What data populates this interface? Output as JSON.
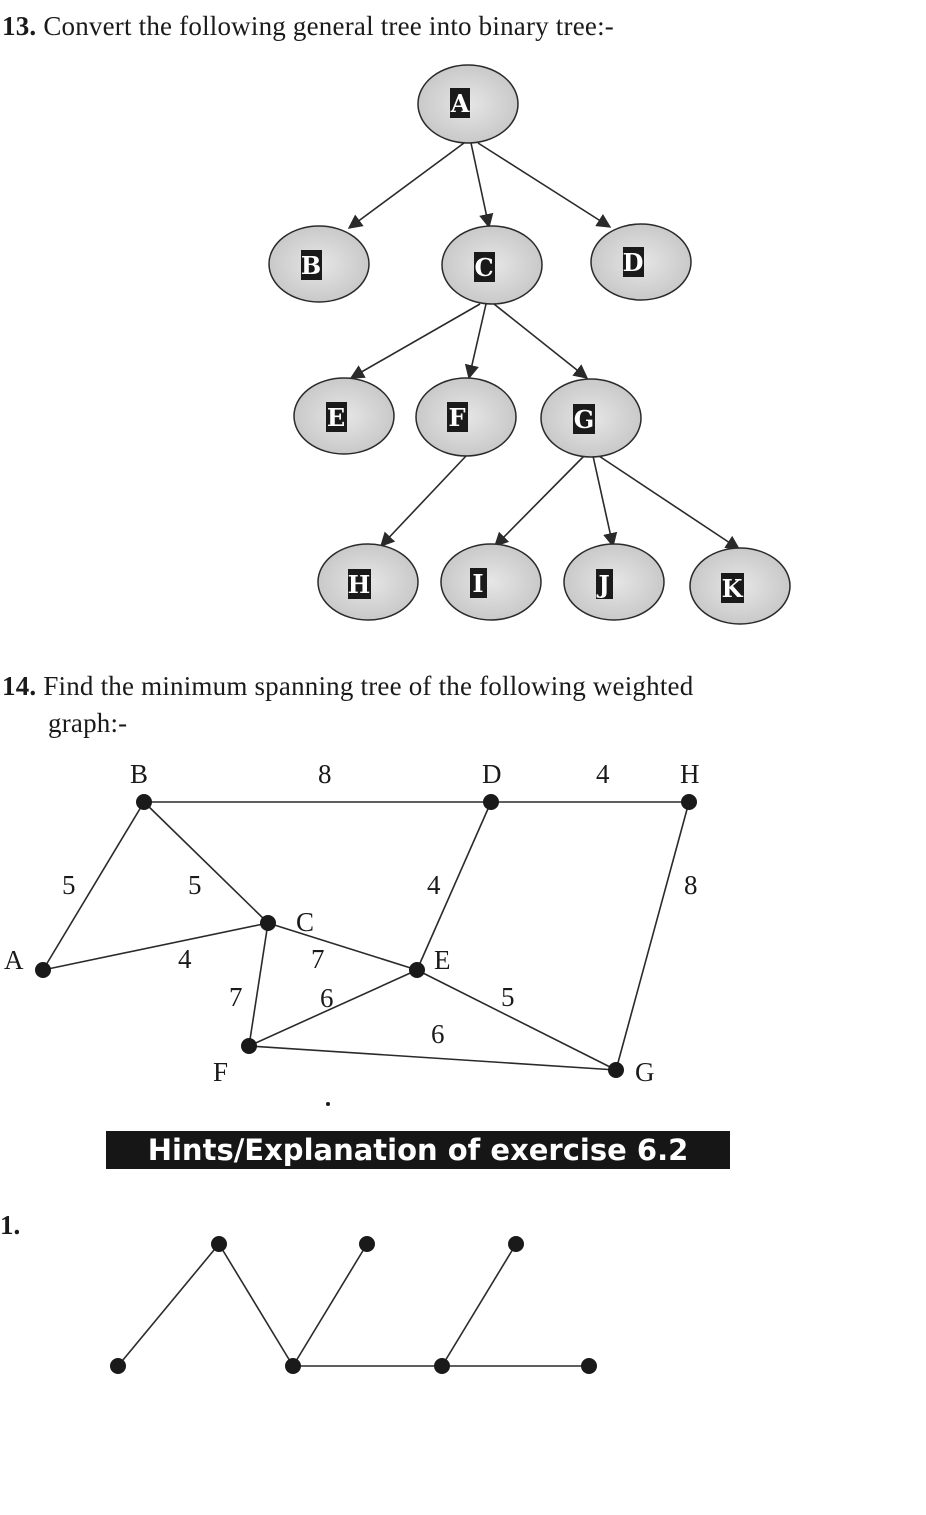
{
  "q13": {
    "number": "13.",
    "text": "Convert the following general tree into binary tree:-",
    "nodes": [
      "A",
      "B",
      "C",
      "D",
      "E",
      "F",
      "G",
      "H",
      "I",
      "J",
      "K"
    ],
    "edges": [
      [
        "A",
        "B"
      ],
      [
        "A",
        "C"
      ],
      [
        "A",
        "D"
      ],
      [
        "C",
        "E"
      ],
      [
        "C",
        "F"
      ],
      [
        "C",
        "G"
      ],
      [
        "F",
        "H"
      ],
      [
        "G",
        "I"
      ],
      [
        "G",
        "J"
      ],
      [
        "G",
        "K"
      ]
    ]
  },
  "q14": {
    "number": "14.",
    "text_line1": "Find the minimum spanning tree of the following weighted",
    "text_line2": "graph:-",
    "vertices": [
      "A",
      "B",
      "C",
      "D",
      "E",
      "F",
      "G",
      "H"
    ],
    "edges": [
      {
        "from": "B",
        "to": "D",
        "weight": "8"
      },
      {
        "from": "D",
        "to": "H",
        "weight": "4"
      },
      {
        "from": "A",
        "to": "B",
        "weight": "5"
      },
      {
        "from": "B",
        "to": "C",
        "weight": "5"
      },
      {
        "from": "D",
        "to": "E",
        "weight": "4"
      },
      {
        "from": "H",
        "to": "G",
        "weight": "8"
      },
      {
        "from": "A",
        "to": "C",
        "weight": "4"
      },
      {
        "from": "C",
        "to": "E",
        "weight": "7"
      },
      {
        "from": "C",
        "to": "F",
        "weight": "7"
      },
      {
        "from": "F",
        "to": "E",
        "weight": "6"
      },
      {
        "from": "E",
        "to": "G",
        "weight": "5"
      },
      {
        "from": "F",
        "to": "G",
        "weight": "6"
      }
    ]
  },
  "hints": {
    "title": "Hints/Explanation of exercise 6.2",
    "answer1_label": "1."
  }
}
